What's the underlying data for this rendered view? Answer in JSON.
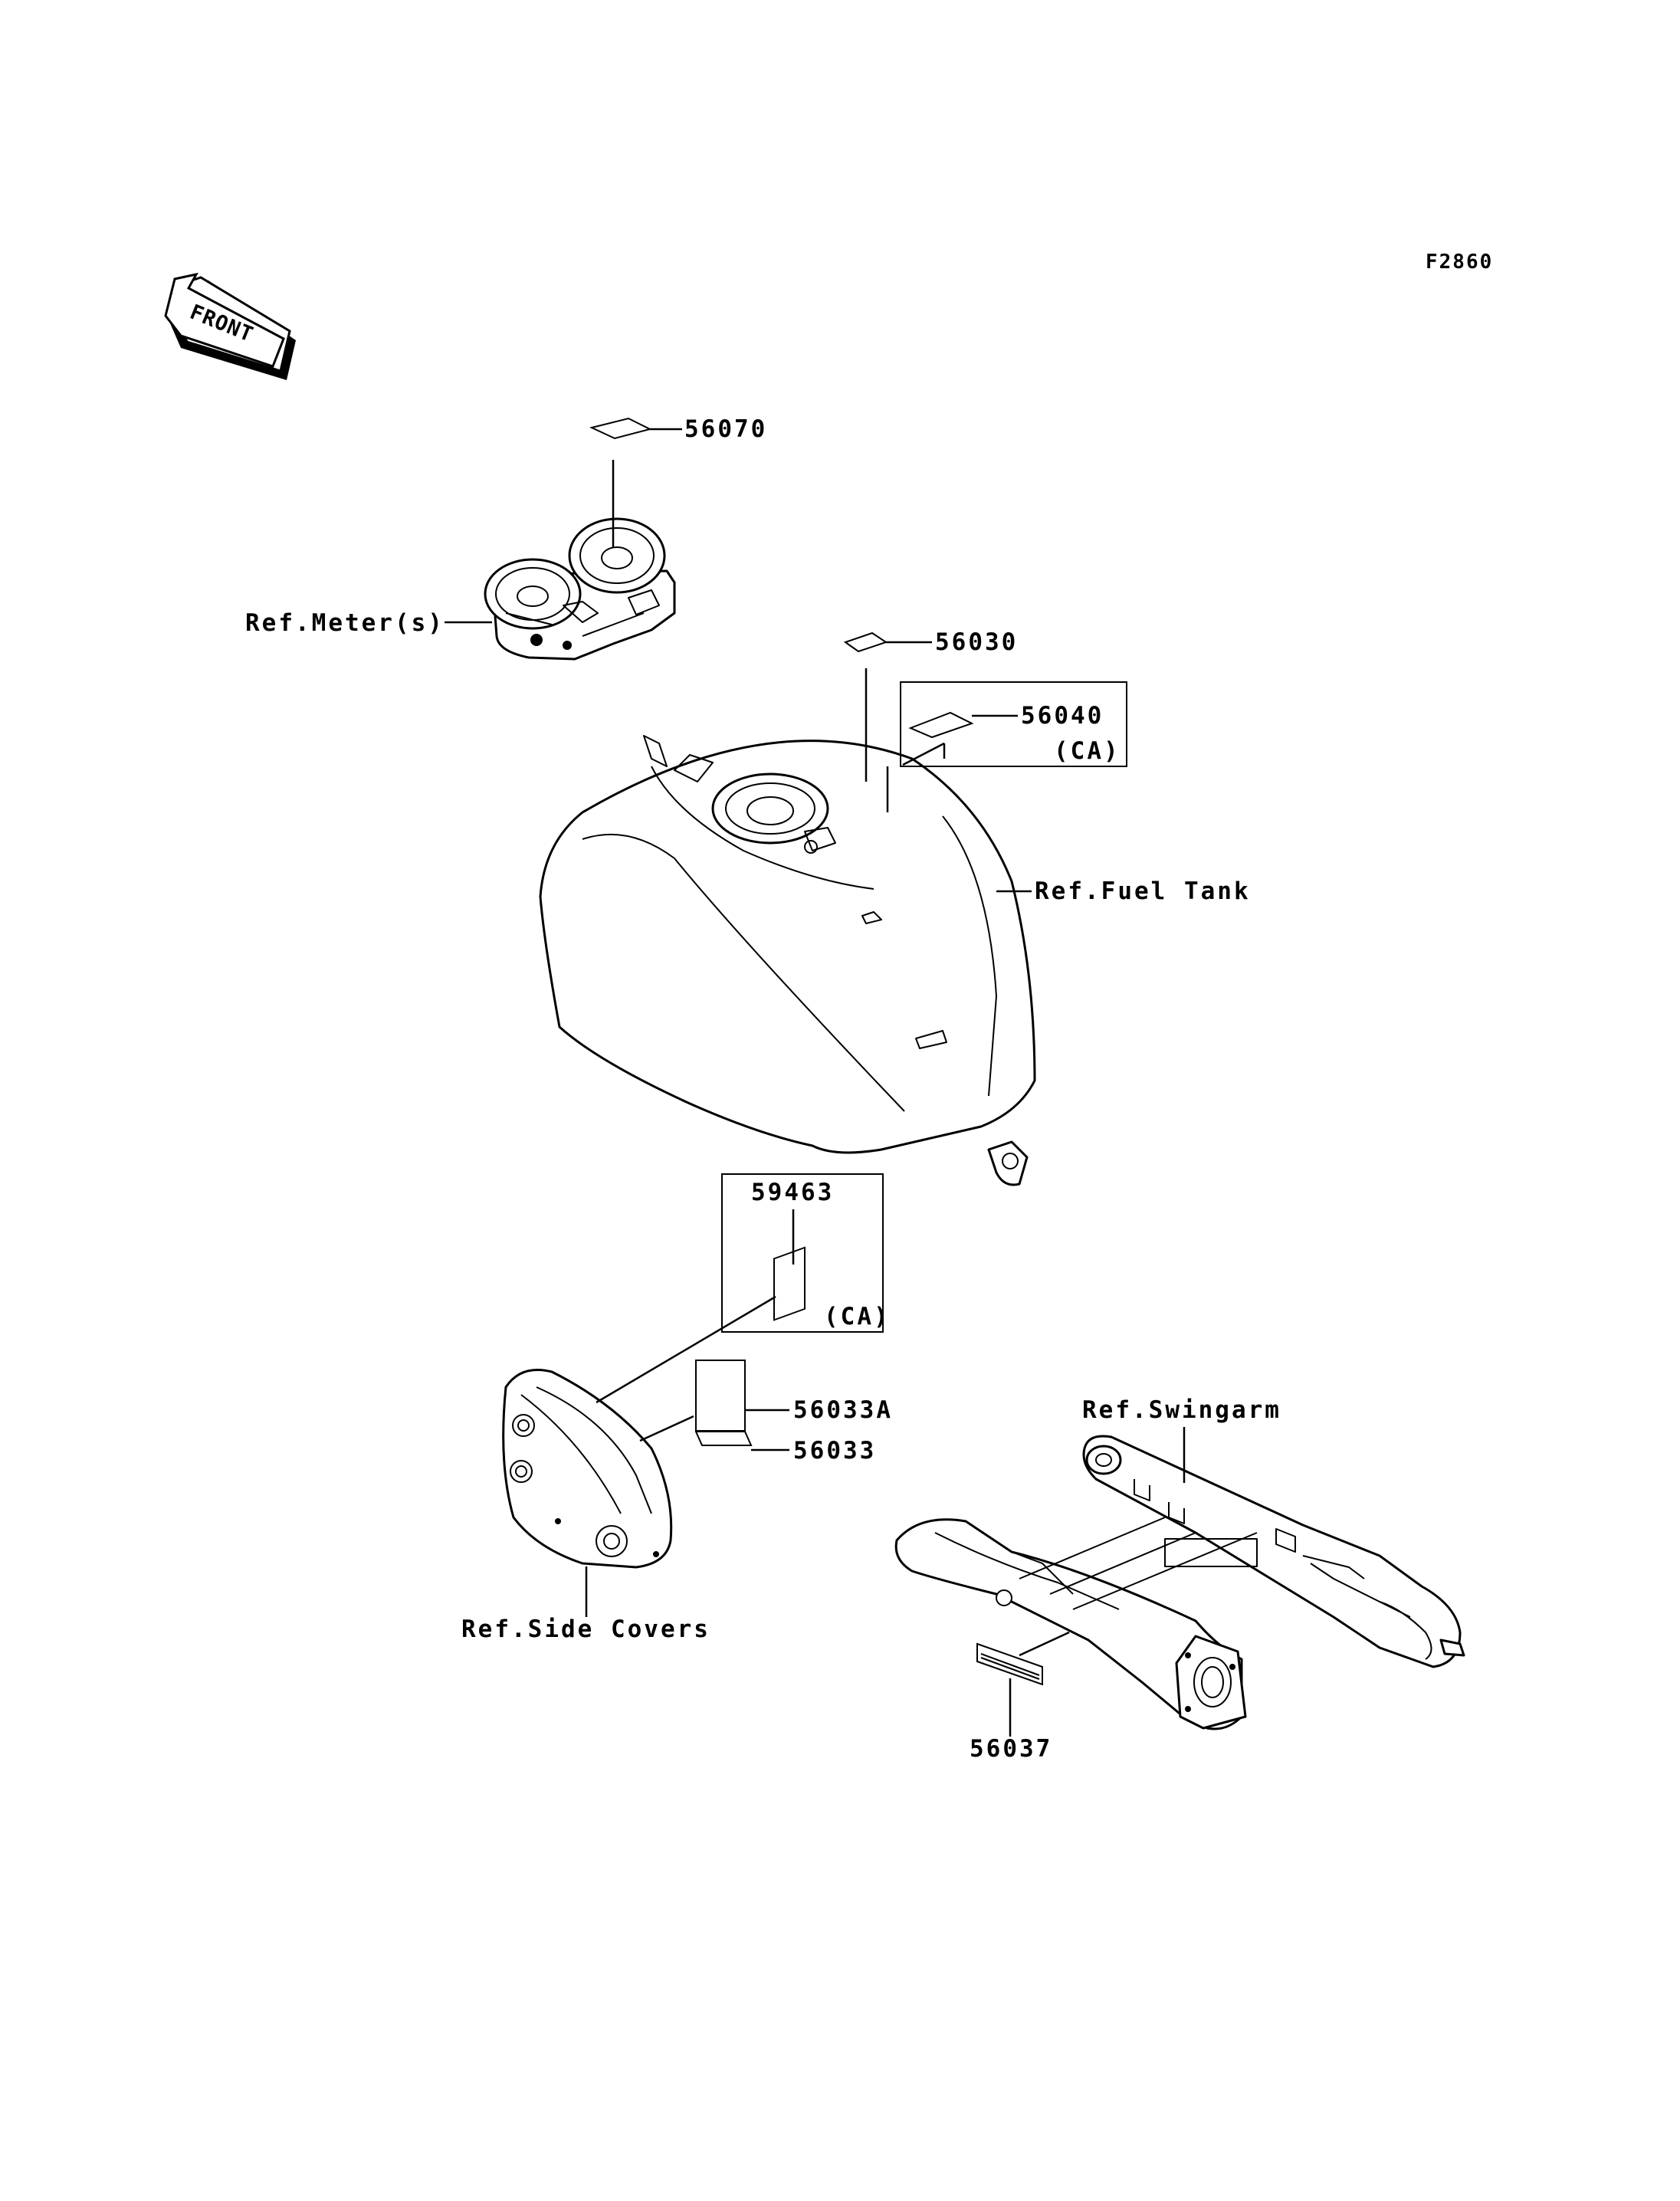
{
  "figure_id": "F2860",
  "front_label": "FRONT",
  "parts": [
    {
      "id": "56070"
    },
    {
      "id": "56030"
    },
    {
      "id": "56040",
      "note": "(CA)"
    },
    {
      "id": "59463",
      "note": "(CA)"
    },
    {
      "id": "56033A"
    },
    {
      "id": "56033"
    },
    {
      "id": "56037"
    }
  ],
  "references": {
    "meters": "Ref.Meter(s)",
    "fuel_tank": "Ref.Fuel Tank",
    "side_covers": "Ref.Side Covers",
    "swingarm": "Ref.Swingarm"
  }
}
